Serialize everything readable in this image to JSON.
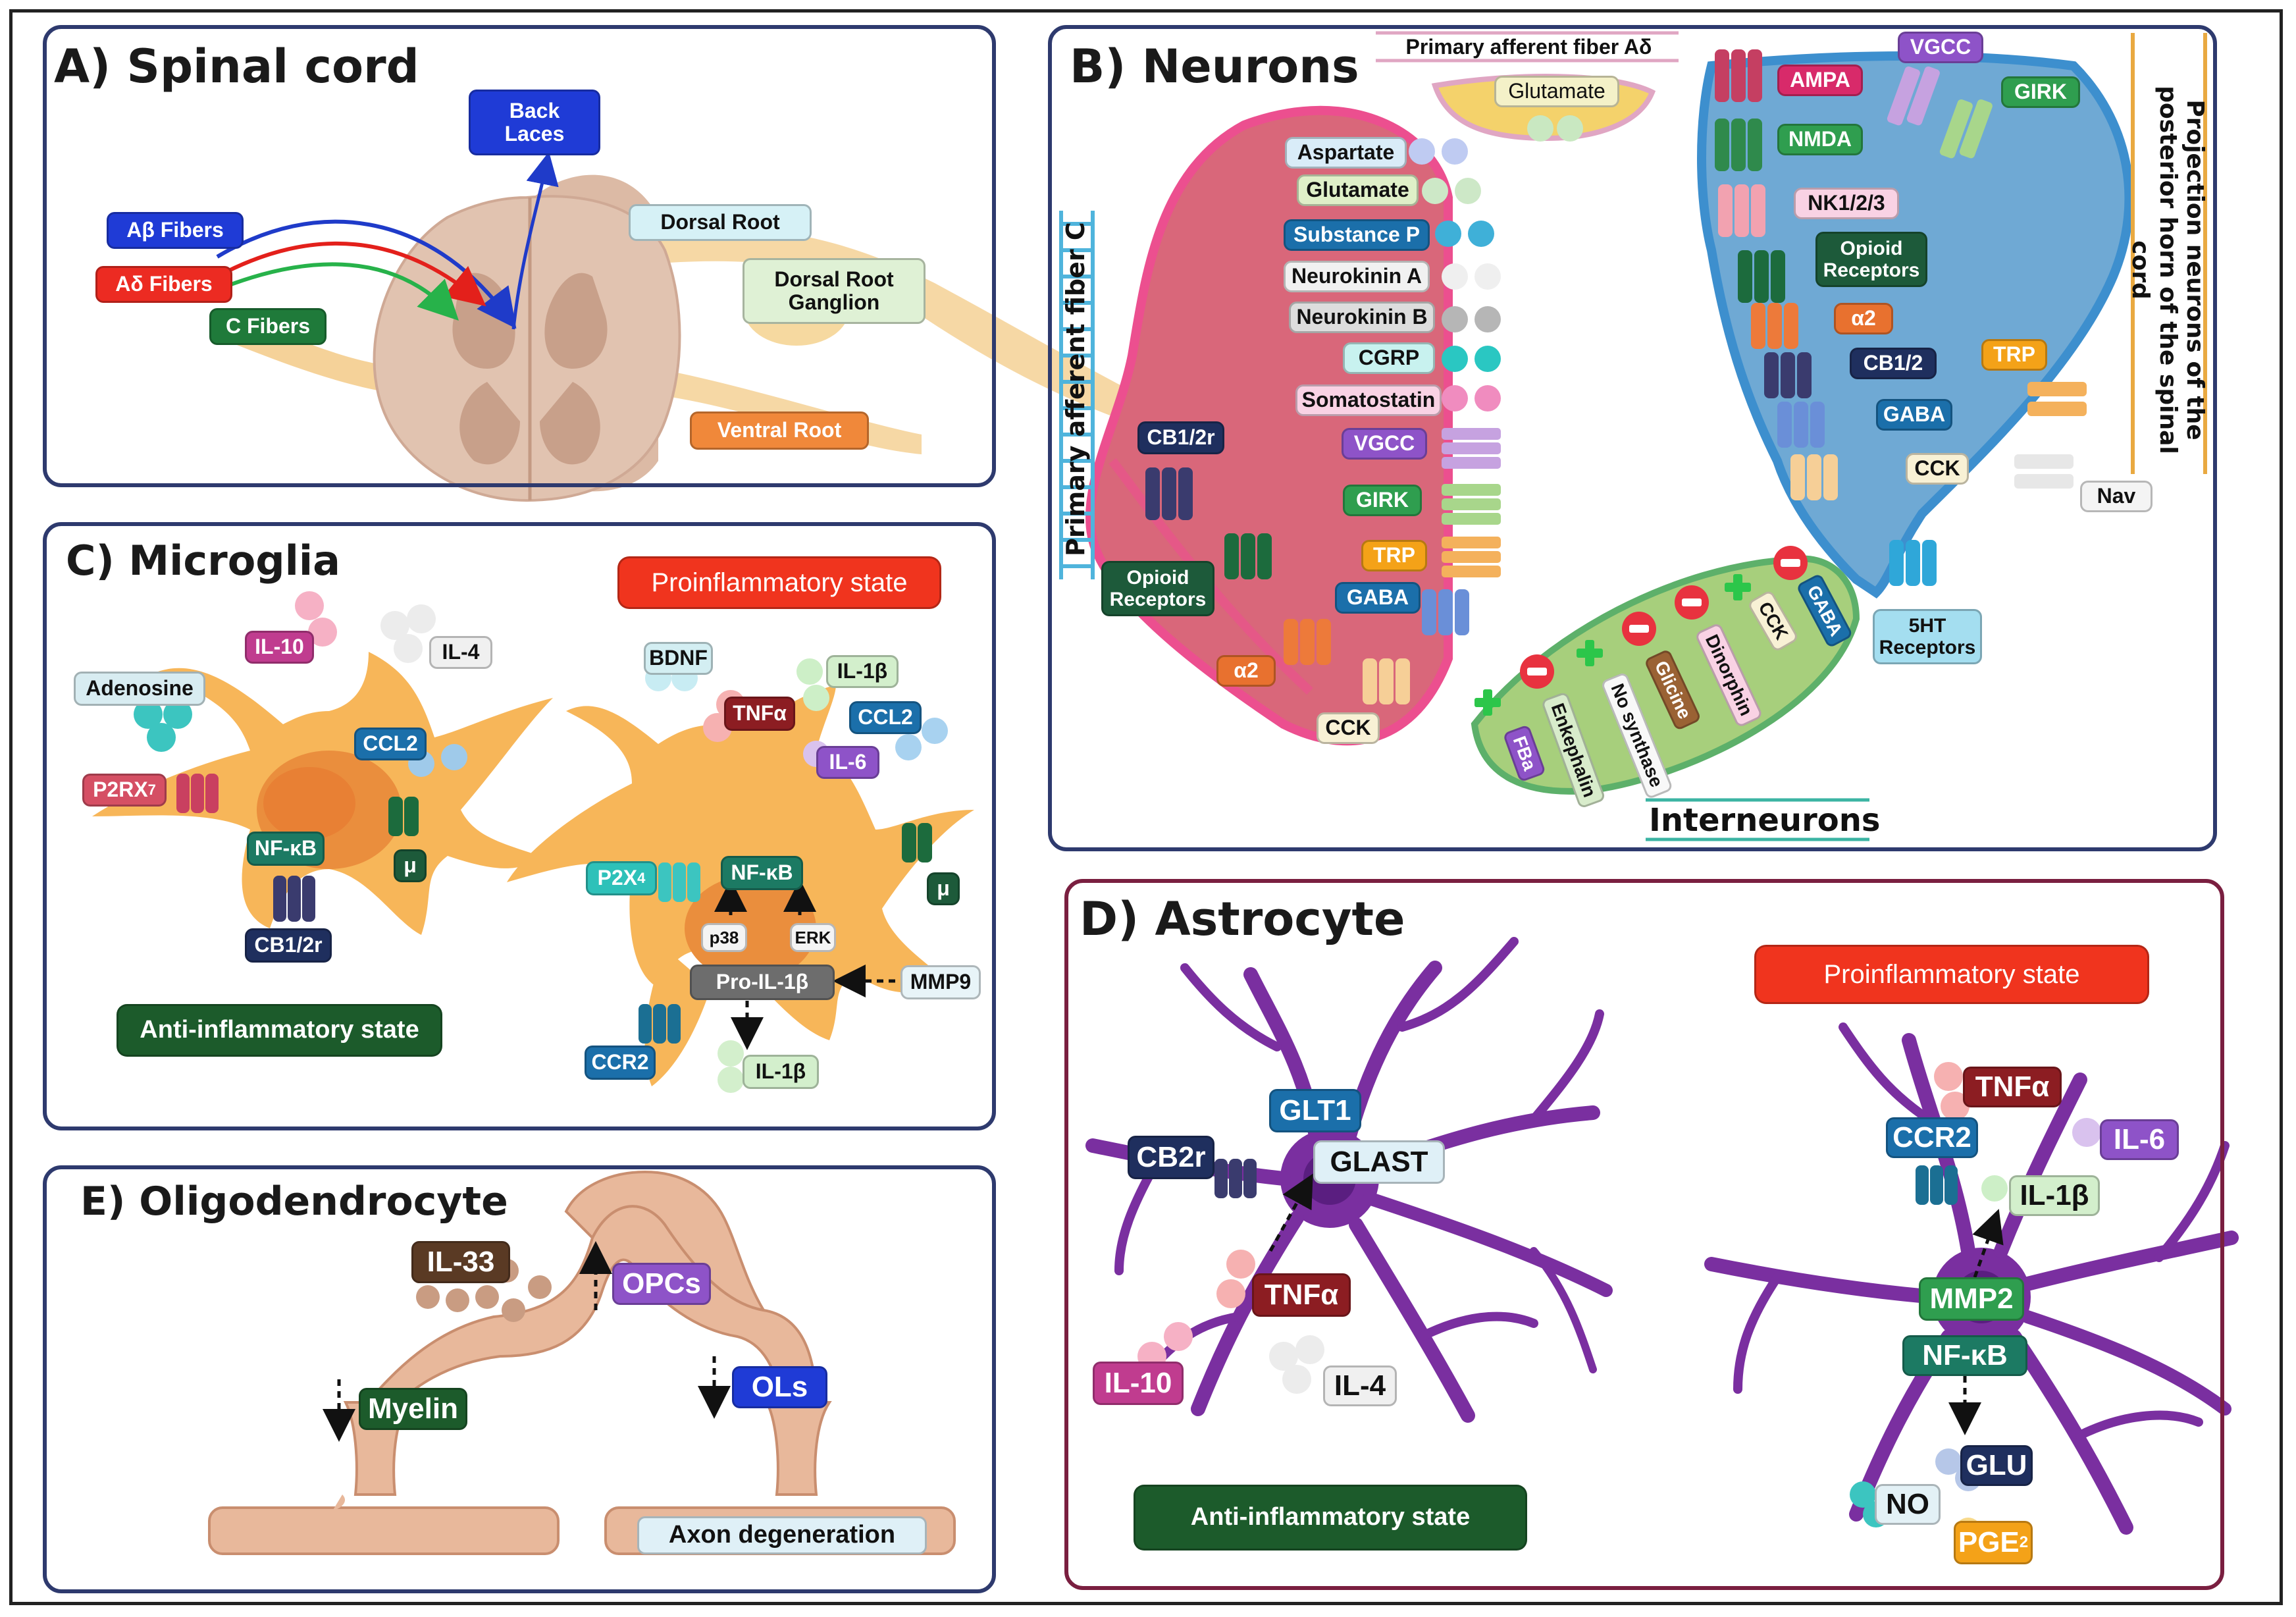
{
  "panelA": {
    "title": "A) Spinal cord",
    "back_laces": "Back\nLaces",
    "ab_fibers": "Aβ Fibers",
    "ad_fibers": "Aδ Fibers",
    "c_fibers": "C Fibers",
    "dorsal_root": "Dorsal Root",
    "drg": "Dorsal Root\nGanglion",
    "ventral_root": "Ventral Root"
  },
  "panelB": {
    "title": "B) Neurons",
    "afferent_ad": "Primary afferent fiber Aδ",
    "glutamate_top": "Glutamate",
    "afferent_c": "Primary afferent fiber C",
    "projection": "Projection neurons of the\nposterior horn of the spinal cord",
    "interneurons": "Interneurons",
    "c_fiber_labels": [
      "Aspartate",
      "Glutamate",
      "Substance P",
      "Neurokinin A",
      "Neurokinin B",
      "CGRP",
      "Somatostatin",
      "VGCC",
      "GIRK",
      "TRP",
      "GABA"
    ],
    "cb12r": "CB1/2r",
    "opioid_c": "Opioid\nReceptors",
    "a2_c": "α2",
    "cck_c": "CCK",
    "proj_labels": {
      "ampa": "AMPA",
      "nmda": "NMDA",
      "nk": "NK1/2/3",
      "opioid": "Opioid\nReceptors",
      "a2": "α2",
      "cb12": "CB1/2",
      "gaba": "GABA",
      "cck": "CCK",
      "vgcc": "VGCC",
      "girk": "GIRK",
      "trp": "TRP",
      "nav": "Nav",
      "ht5": "5HT\nReceptors"
    },
    "inter_labels": [
      "FBa",
      "Enkephalin",
      "No synthase",
      "Glicine",
      "Dinorphin",
      "CCK",
      "GABA"
    ]
  },
  "panelC": {
    "title": "C) Microglia",
    "pro_state": "Proinflammatory state",
    "anti_state": "Anti-inflammatory state",
    "il10": "IL-10",
    "il4": "IL-4",
    "adenosine": "Adenosine",
    "ccl2_left": "CCL2",
    "p2rx7": "P2RX",
    "p2rx7_sub": "7",
    "nfkb_left": "NF-κB",
    "mu_left": "μ",
    "cb12r": "CB1/2r",
    "bdnf": "BDNF",
    "il1b_top": "IL-1β",
    "tnfa": "TNFα",
    "ccl2_right": "CCL2",
    "il6": "IL-6",
    "p2x4": "P2X",
    "p2x4_sub": "4",
    "nfkb_right": "NF-κB",
    "mu_right": "μ",
    "p38": "p38",
    "erk": "ERK",
    "pro_il1b": "Pro-IL-1β",
    "mmp9": "MMP9",
    "ccr2": "CCR2",
    "il1b_bottom": "IL-1β"
  },
  "panelD": {
    "title": "D) Astrocyte",
    "pro_state": "Proinflammatory state",
    "anti_state": "Anti-inflammatory state",
    "glt1": "GLT1",
    "glast": "GLAST",
    "cb2r": "CB2r",
    "tnfa_left": "TNFα",
    "il10": "IL-10",
    "il4": "IL-4",
    "tnfa_right": "TNFα",
    "il6": "IL-6",
    "ccr2": "CCR2",
    "il1b": "IL-1β",
    "mmp2": "MMP2",
    "nfkb": "NF-κB",
    "glu": "GLU",
    "no": "NO",
    "pge2": "PGE",
    "pge2_sub": "2"
  },
  "panelE": {
    "title": "E) Oligodendrocyte",
    "il33": "IL-33",
    "opcs": "OPCs",
    "myelin": "Myelin",
    "ols": "OLs",
    "axon": "Axon degeneration"
  },
  "colors": {
    "panel_border": "#2e3a6e",
    "neuron_c_fill": "#d9677a",
    "projection_fill": "#6fa9d4",
    "interneuron_fill": "#a7cf7c",
    "microglia_fill": "#f7b659",
    "astrocyte_fill": "#7a2fa0",
    "oligo_fill": "#e8b89b",
    "pro_state": "#f0341e",
    "anti_state": "#1c5b2b"
  }
}
